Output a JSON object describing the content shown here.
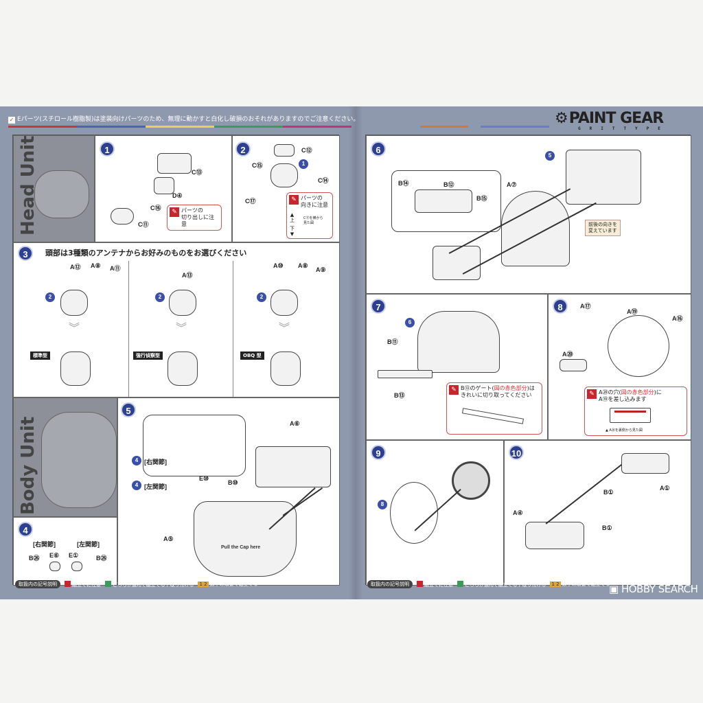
{
  "header": {
    "notice": "Eパーツ(スチロール樹脂製)は塗装向けパーツのため、無理に動かすと白化し破損のおそれがありますのでご注意ください。",
    "logo": "PAINT GEAR",
    "logo_sub": "GRITTYPE"
  },
  "left": {
    "head_unit": "Head Unit",
    "body_unit": "Body Unit",
    "step1": {
      "num": "1",
      "parts": [
        "C⑬",
        "D④",
        "C⑯",
        "C⑪"
      ],
      "warning": "パーツの\n切り出しに注意"
    },
    "step2": {
      "num": "2",
      "parts": [
        "C⑫",
        "C⑮",
        "C⑭",
        "C⑰"
      ],
      "sub": "1",
      "warning": "パーツの\n向きに注意",
      "side_note": "C⑰を横から\n見た図",
      "up": "上",
      "down": "下"
    },
    "step3": {
      "num": "3",
      "title": "頭部は3種類のアンテナからお好みのものをお選びください",
      "sub": "2",
      "variants": [
        {
          "parts": [
            "A⑫",
            "A⑧",
            "A⑪"
          ],
          "tag": "標準型"
        },
        {
          "parts": [
            "A⑬"
          ],
          "tag": "強行偵察型"
        },
        {
          "parts": [
            "A⑩",
            "A⑧",
            "A⑨"
          ],
          "tag": "OBQ 型"
        }
      ]
    },
    "step4": {
      "num": "4",
      "right": "[右関節]",
      "left": "[左関節]",
      "parts": [
        "B㉖",
        "E⑥",
        "E①",
        "B㉖"
      ]
    },
    "step5": {
      "num": "5",
      "parts": [
        "A⑥",
        "E⑩",
        "B⑩",
        "A⑤"
      ],
      "right": "[右関節]",
      "left": "[左関節]",
      "sub": "4",
      "print": "Pull the Cap here"
    }
  },
  "right": {
    "step6": {
      "num": "6",
      "parts": [
        "B⑭",
        "B⑫",
        "B⑮",
        "A⑦"
      ],
      "sub": "5",
      "note": "前後の向きを\n変えています"
    },
    "step7": {
      "num": "7",
      "parts": [
        "B⑪",
        "B⑬"
      ],
      "sub": "6",
      "warning_a": "B⑬のゲート(",
      "warning_red": "図の赤色部分",
      "warning_b": ")は\nきれいに切り取ってください"
    },
    "step8": {
      "num": "8",
      "parts": [
        "A⑰",
        "A⑲",
        "A⑯",
        "A⑳"
      ],
      "warning_a": "A⑳の穴(",
      "warning_red": "図の赤色部分",
      "warning_b": ")に\nA⑲を差し込みます",
      "caption": "▲ A⑳を裏側から見た図"
    },
    "step9": {
      "num": "9",
      "sub": "8"
    },
    "step10": {
      "num": "10",
      "parts": [
        "B①",
        "A①",
        "A④",
        "B①"
      ]
    }
  },
  "legend": {
    "title": "取扱内の記号説明",
    "items": [
      "組立てに注意",
      "どちらか選んで組立てる / 取り付ける",
      "数字の順番で組立てる"
    ],
    "seq_icon": "1 2"
  },
  "footer": {
    "watermark": "HOBBY SEARCH"
  },
  "colors": {
    "background": "#8f99ad",
    "step_badge": "#2d3f8f",
    "warning": "#c8262c",
    "stripe": [
      "#c03a3f",
      "#4a64b0",
      "#e3d45a",
      "#3c9a5a",
      "#c0357a"
    ]
  }
}
